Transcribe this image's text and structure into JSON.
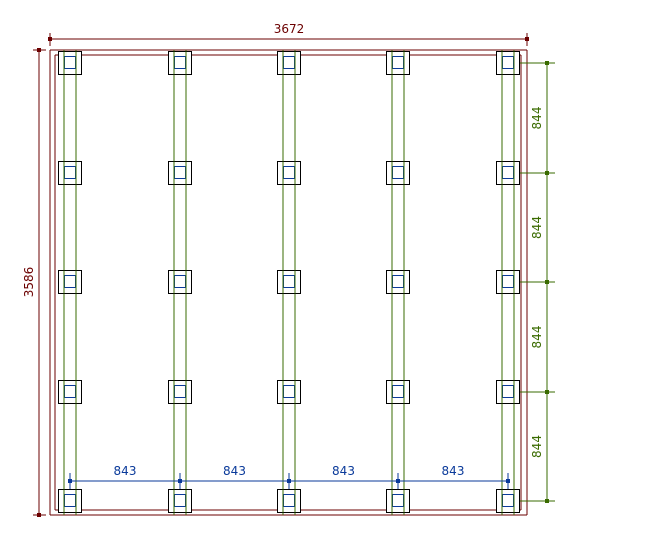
{
  "drawing": {
    "type": "foundation-plan",
    "colors": {
      "frame": "#6b0000",
      "beam": "#3a6b00",
      "post_outer": "#000000",
      "post_inner": "#0a3a9a",
      "row_dimension": "#3a6b00",
      "column_dimension": "#0a3a9a",
      "overall_dimension": "#6b0000"
    },
    "overall": {
      "width_label": "3672",
      "height_label": "3586"
    },
    "grid": {
      "columns": 5,
      "rows": 5
    },
    "column_spacings": [
      {
        "label": "843"
      },
      {
        "label": "843"
      },
      {
        "label": "843"
      },
      {
        "label": "843"
      }
    ],
    "row_spacings": [
      {
        "label": "844"
      },
      {
        "label": "844"
      },
      {
        "label": "844"
      },
      {
        "label": "844"
      }
    ]
  }
}
